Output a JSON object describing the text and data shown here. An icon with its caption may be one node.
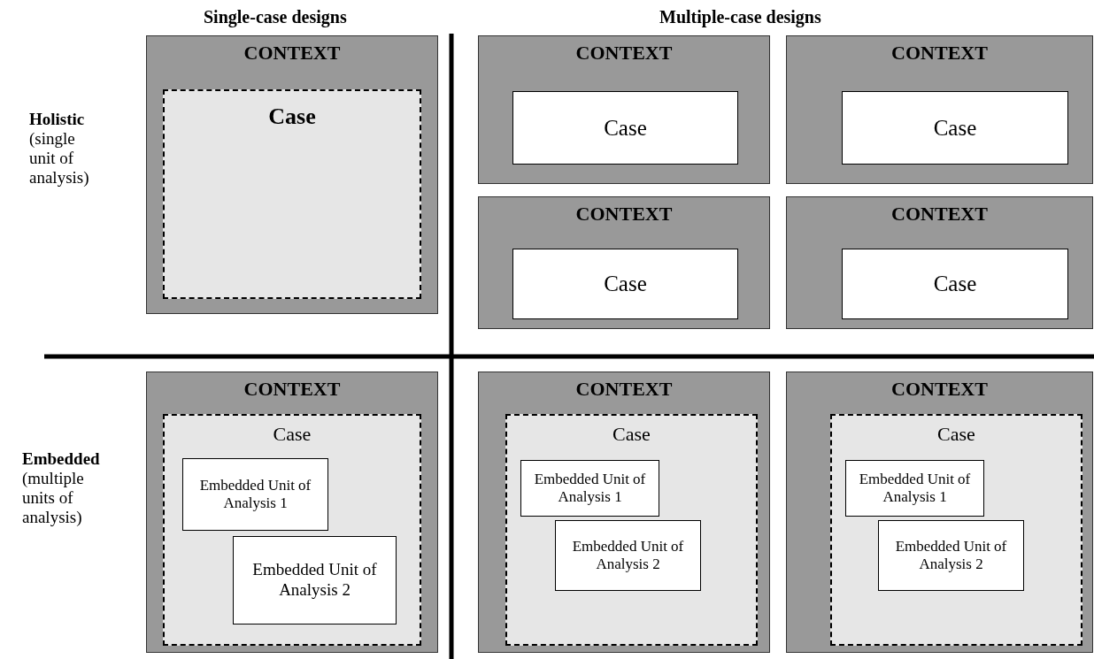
{
  "diagram": {
    "nodes": [
      {
        "text": [
          "CONTEXT"
        ]
      },
      {
        "text": [
          "Case"
        ],
        "in": 0
      },
      {
        "text": [
          "CONTEXT"
        ]
      },
      {
        "text": [
          "Case"
        ],
        "in": 2
      },
      {
        "text": [
          "CONTEXT"
        ]
      },
      {
        "text": [
          "Case"
        ],
        "in": 4
      },
      {
        "text": [
          "CONTEXT"
        ]
      },
      {
        "text": [
          "Case"
        ],
        "in": 6
      },
      {
        "text": [
          "CONTEXT"
        ]
      },
      {
        "text": [
          "Case"
        ],
        "in": 8
      },
      {
        "text": [
          "CONTEXT"
        ]
      },
      {
        "text": [
          "Case"
        ],
        "in": 10
      },
      {
        "text": [
          "Embedded Unit of Analysis 1"
        ],
        "in": 11
      },
      {
        "text": [
          "Embedded Unit of Analysis 2"
        ],
        "in": 11
      },
      {
        "text": [
          "CONTEXT"
        ]
      },
      {
        "text": [
          "Case"
        ],
        "in": 14
      },
      {
        "text": [
          "Embedded Unit of Analysis 1"
        ],
        "in": 15
      },
      {
        "text": [
          "Embedded Unit of Analysis 2"
        ],
        "in": 15
      },
      {
        "text": [
          "CONTEXT"
        ]
      },
      {
        "text": [
          "Case"
        ],
        "in": 18
      },
      {
        "text": [
          "Embedded Unit of Analysis 1"
        ],
        "in": 19
      },
      {
        "text": [
          "Embedded Unit of Analysis 2"
        ],
        "in": 19
      }
    ],
    "edges": [],
    "labels": [
      "Single-case designs",
      "Multiple-case designs",
      "Holistic",
      "(single unit of analysis)",
      "Embedded",
      "(multiple units of analysis)"
    ]
  }
}
